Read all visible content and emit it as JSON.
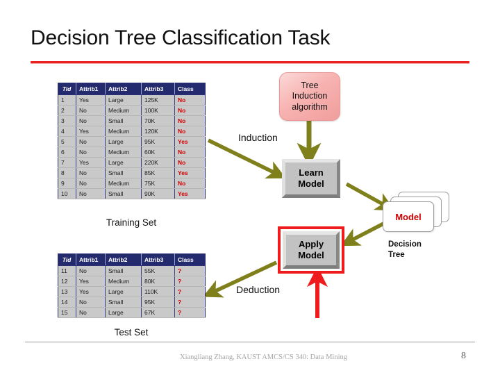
{
  "slide": {
    "title": "Decision Tree Classification Task",
    "accent_color": "#e8221f",
    "arrow_color": "#7f7f1b",
    "red_arrow_color": "#ee1c1c"
  },
  "training_table": {
    "caption": "Training Set",
    "columns": [
      "Tid",
      "Attrib1",
      "Attrib2",
      "Attrib3",
      "Class"
    ],
    "rows": [
      [
        "1",
        "Yes",
        "Large",
        "125K",
        "No"
      ],
      [
        "2",
        "No",
        "Medium",
        "100K",
        "No"
      ],
      [
        "3",
        "No",
        "Small",
        "70K",
        "No"
      ],
      [
        "4",
        "Yes",
        "Medium",
        "120K",
        "No"
      ],
      [
        "5",
        "No",
        "Large",
        "95K",
        "Yes"
      ],
      [
        "6",
        "No",
        "Medium",
        "60K",
        "No"
      ],
      [
        "7",
        "Yes",
        "Large",
        "220K",
        "No"
      ],
      [
        "8",
        "No",
        "Small",
        "85K",
        "Yes"
      ],
      [
        "9",
        "No",
        "Medium",
        "75K",
        "No"
      ],
      [
        "10",
        "No",
        "Small",
        "90K",
        "Yes"
      ]
    ]
  },
  "test_table": {
    "caption": "Test Set",
    "columns": [
      "Tid",
      "Attrib1",
      "Attrib2",
      "Attrib3",
      "Class"
    ],
    "rows": [
      [
        "11",
        "No",
        "Small",
        "55K",
        "?"
      ],
      [
        "12",
        "Yes",
        "Medium",
        "80K",
        "?"
      ],
      [
        "13",
        "Yes",
        "Large",
        "110K",
        "?"
      ],
      [
        "14",
        "No",
        "Small",
        "95K",
        "?"
      ],
      [
        "15",
        "No",
        "Large",
        "67K",
        "?"
      ]
    ]
  },
  "diagram": {
    "induction_box": {
      "line1": "Tree",
      "line2": "Induction",
      "line3": "algorithm"
    },
    "learn_model": {
      "line1": "Learn",
      "line2": "Model"
    },
    "apply_model": {
      "line1": "Apply",
      "line2": "Model"
    },
    "model_stack": {
      "label": "Model",
      "caption_line1": "Decision",
      "caption_line2": "Tree"
    },
    "induction_label": "Induction",
    "deduction_label": "Deduction"
  },
  "footer": {
    "text": "Xiangliang Zhang, KAUST AMCS/CS 340: Data Mining",
    "page": "8"
  }
}
